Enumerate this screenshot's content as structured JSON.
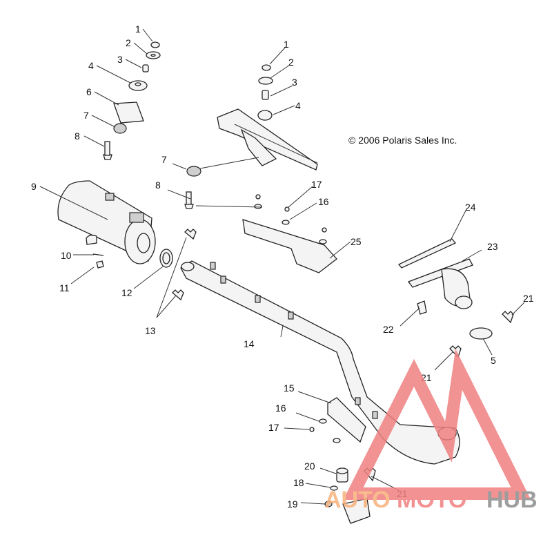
{
  "copyright": "© 2006 Polaris Sales Inc.",
  "callouts": [
    "1",
    "2",
    "3",
    "4",
    "6",
    "7",
    "8",
    "9",
    "10",
    "11",
    "12",
    "13",
    "1",
    "2",
    "3",
    "4",
    "7",
    "8",
    "17",
    "16",
    "25",
    "24",
    "23",
    "21",
    "22",
    "5",
    "21",
    "14",
    "15",
    "16",
    "17",
    "20",
    "18",
    "19",
    "21"
  ],
  "watermark": {
    "part1": "AUTO",
    "part2": "MOTO",
    "part3": "HUB",
    "colors": {
      "auto": "#f7b17a",
      "moto": "#f08080",
      "hub": "#8c8c8c",
      "triangle": "#f08080"
    }
  }
}
